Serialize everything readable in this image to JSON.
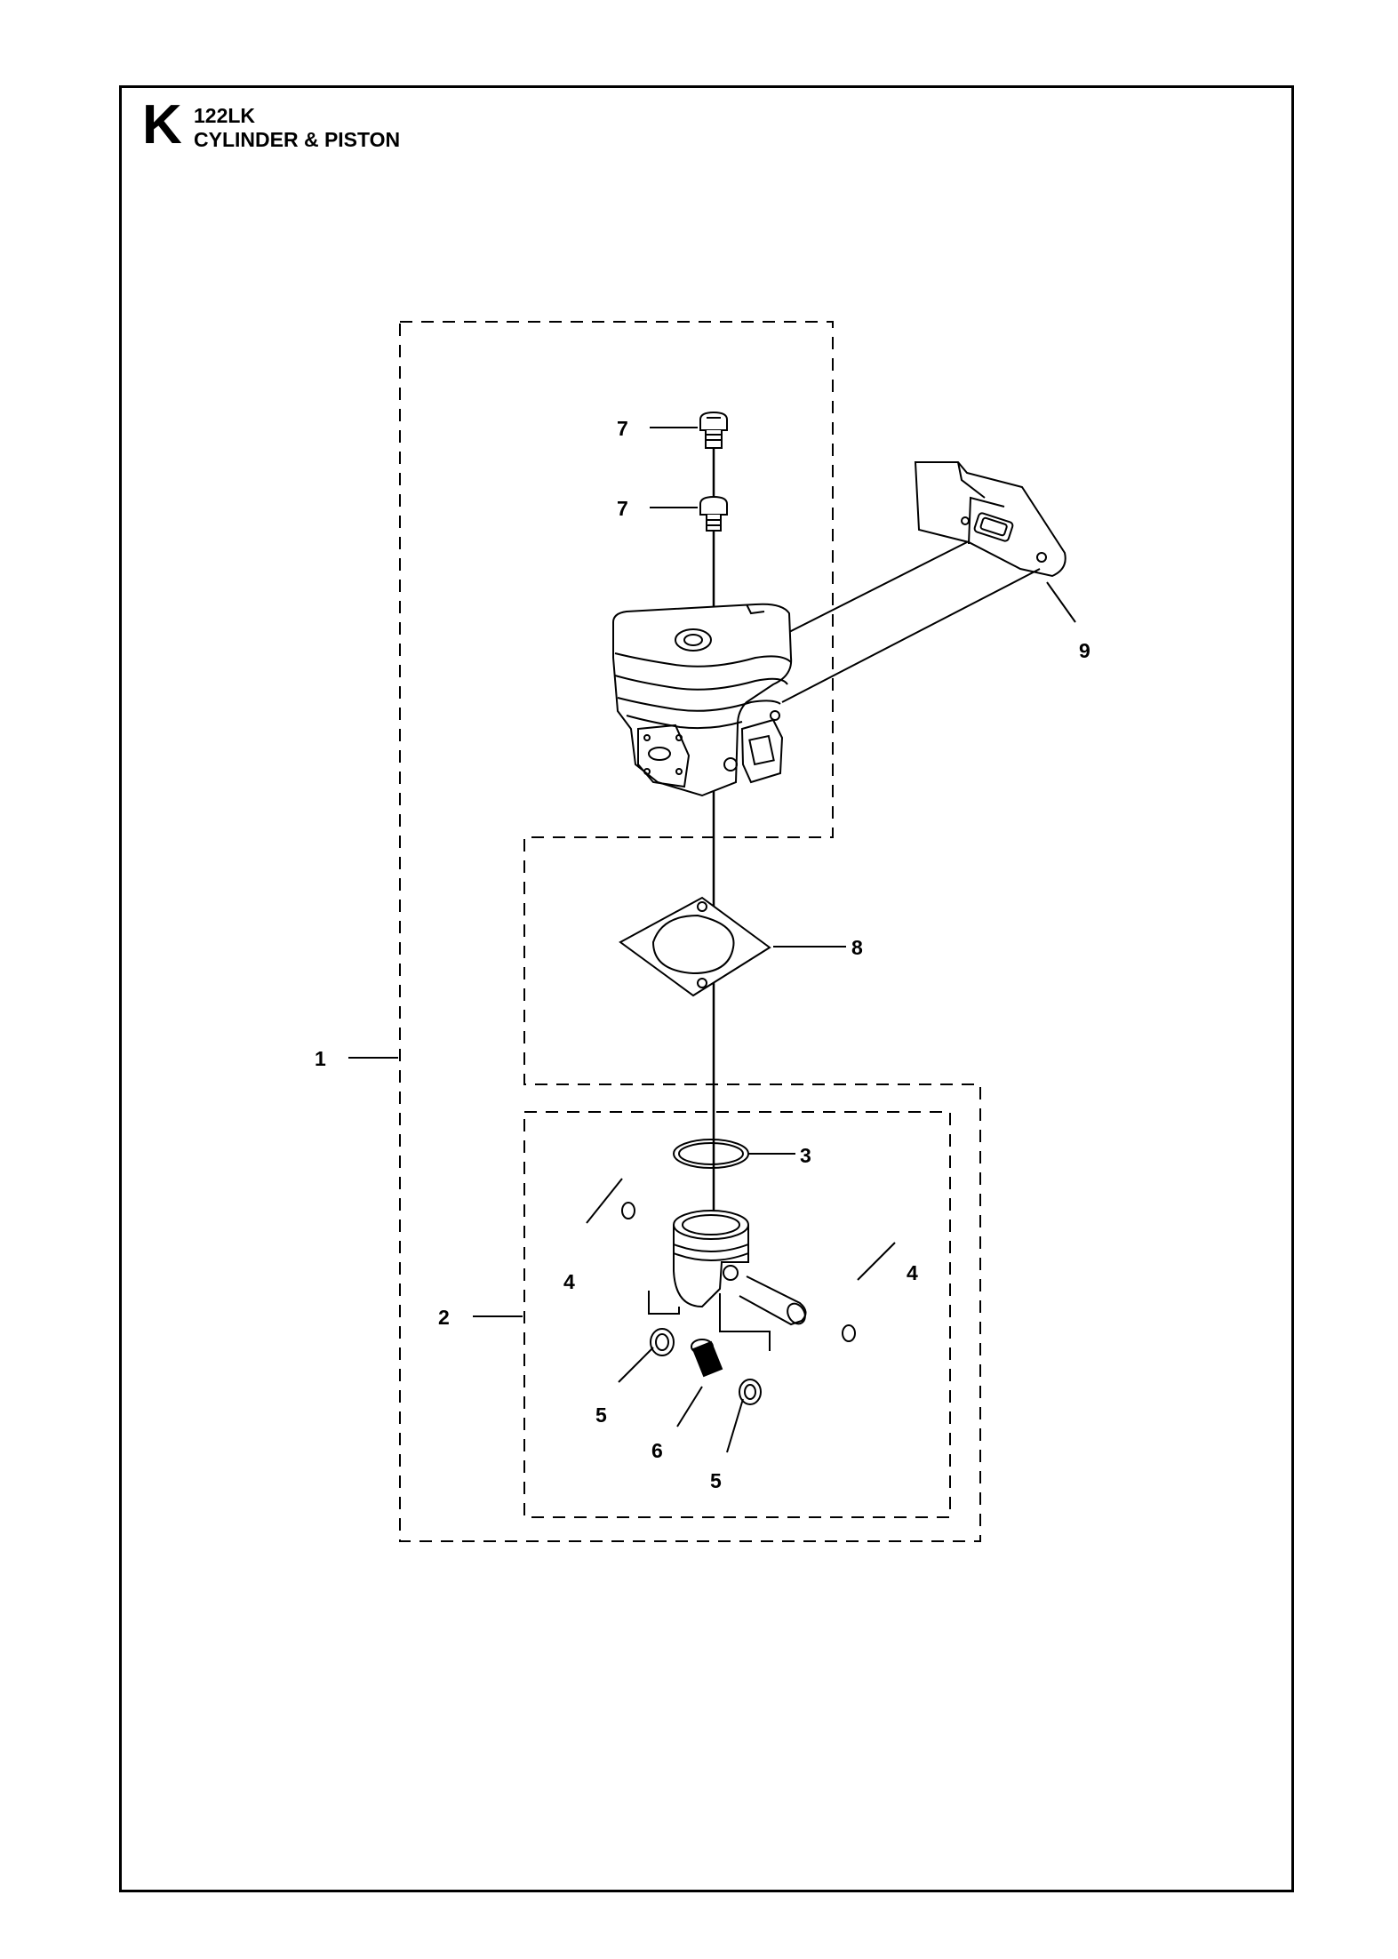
{
  "header": {
    "section_letter": "K",
    "model": "122LK",
    "title": "CYLINDER & PISTON"
  },
  "callouts": {
    "c1": "1",
    "c2": "2",
    "c3": "3",
    "c4a": "4",
    "c4b": "4",
    "c5a": "5",
    "c5b": "5",
    "c6": "6",
    "c7a": "7",
    "c7b": "7",
    "c8": "8",
    "c9": "9"
  }
}
